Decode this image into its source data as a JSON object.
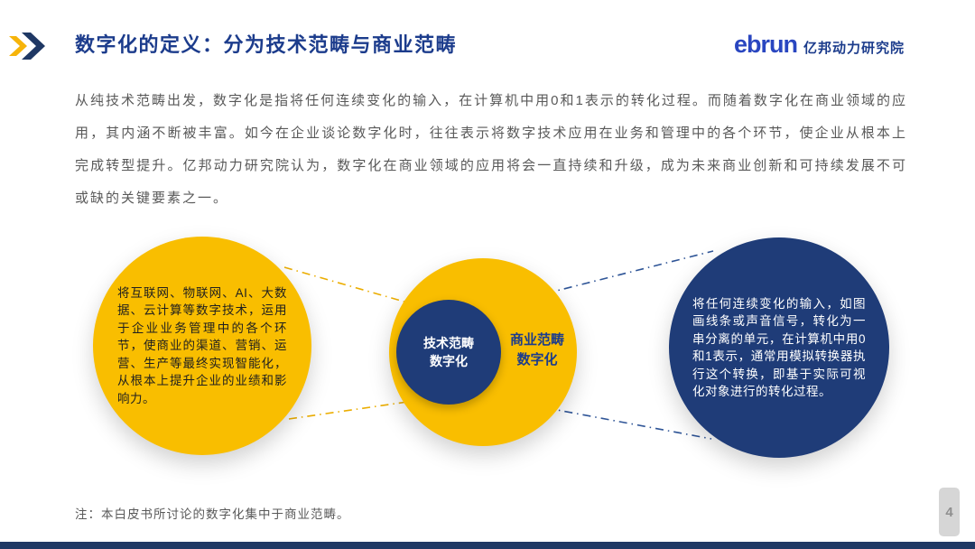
{
  "slide": {
    "title": "数字化的定义：分为技术范畴与商业范畴",
    "logo": {
      "brand": "ebrun",
      "org": "亿邦动力研究院"
    },
    "paragraph": "从纯技术范畴出发，数字化是指将任何连续变化的输入，在计算机中用0和1表示的转化过程。而随着数字化在商业领域的应用，其内涵不断被丰富。如今在企业谈论数字化时，往往表示将数字技术应用在业务和管理中的各个环节，使企业从根本上完成转型提升。亿邦动力研究院认为，数字化在商业领域的应用将会一直持续和升级，成为未来商业创新和可持续发展不可或缺的关键要素之一。",
    "note": "注：本白皮书所讨论的数字化集中于商业范畴。",
    "page_number": "4"
  },
  "diagram": {
    "left_circle_text": "将互联网、物联网、AI、大数据、云计算等数字技术，运用于企业业务管理中的各个环节，使商业的渠道、营销、运营、生产等最终实现智能化，从根本上提升企业的业绩和影响力。",
    "center_inner_label": "技术范畴\n数字化",
    "center_outer_label": "商业范畴\n数字化",
    "right_circle_text": "将任何连续变化的输入，如图画线条或声音信号，转化为一串分离的单元，在计算机中用0和1表示，通常用模拟转换器执行这个转换，即基于实际可视化对象进行的转化过程。"
  },
  "colors": {
    "navy": "#1F3C78",
    "gold": "#F9BE00",
    "brand_blue": "#2946C0",
    "title_blue": "#1C3C8C",
    "body_gray": "#595959",
    "connector_gold": "#EBAD00",
    "connector_blue": "#2F5597"
  }
}
